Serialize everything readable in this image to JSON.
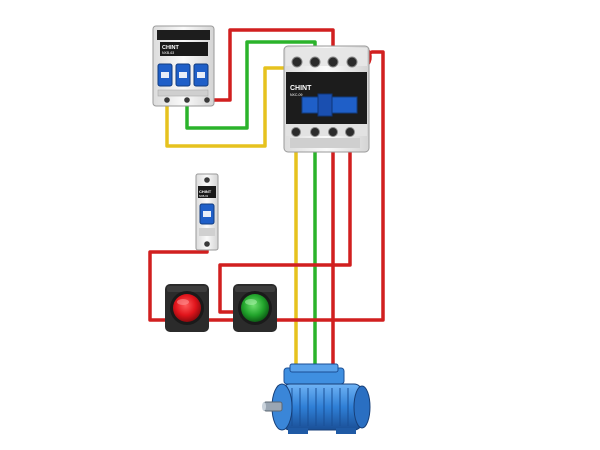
{
  "components": {
    "breaker_3p": {
      "brand": "CHINT",
      "model": "NXB-63",
      "poles": 3
    },
    "contactor": {
      "brand": "CHINT",
      "model": "NXC-09"
    },
    "breaker_1p": {
      "brand": "CHINT",
      "model": "NXB-63",
      "poles": 1
    },
    "stop_button": {
      "color": "#d9111a"
    },
    "start_button": {
      "color": "#1f9e2a"
    },
    "motor": {
      "color": "#2f7fd6"
    }
  },
  "wire_colors": {
    "red": "#d11f1f",
    "green": "#2bb32b",
    "yellow": "#e6c21e"
  }
}
